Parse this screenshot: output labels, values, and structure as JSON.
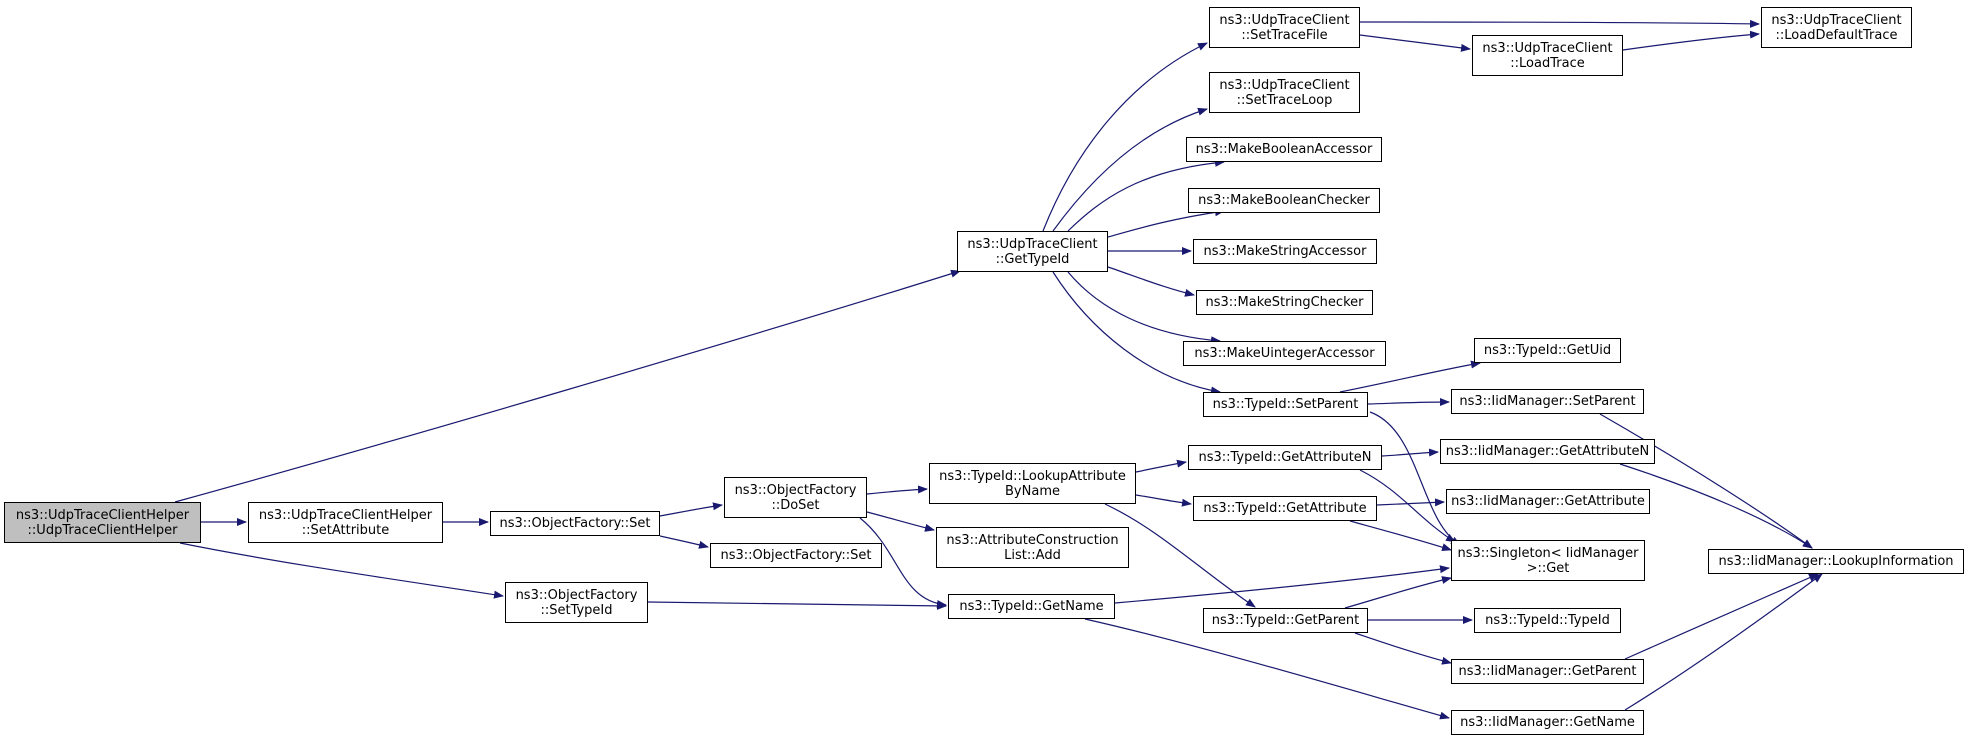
{
  "colors": {
    "edge": "#191970",
    "root_fill": "#bfbfbf",
    "node_fill": "#ffffff",
    "border": "#000000"
  },
  "nodes": {
    "root": {
      "l1": "ns3::UdpTraceClientHelper",
      "l2": "::UdpTraceClientHelper"
    },
    "setattr": {
      "l1": "ns3::UdpTraceClientHelper",
      "l2": "::SetAttribute"
    },
    "of_set": {
      "l1": "ns3::ObjectFactory::Set"
    },
    "of_doset": {
      "l1": "ns3::ObjectFactory",
      "l2": "::DoSet"
    },
    "of_set2": {
      "l1": "ns3::ObjectFactory::Set"
    },
    "of_settypeid": {
      "l1": "ns3::ObjectFactory",
      "l2": "::SetTypeId"
    },
    "gettypeid": {
      "l1": "ns3::UdpTraceClient",
      "l2": "::GetTypeId"
    },
    "lookupattr": {
      "l1": "ns3::TypeId::LookupAttribute",
      "l2": "ByName"
    },
    "attrlist_add": {
      "l1": "ns3::AttributeConstruction",
      "l2": "List::Add"
    },
    "getname": {
      "l1": "ns3::TypeId::GetName"
    },
    "settracefile": {
      "l1": "ns3::UdpTraceClient",
      "l2": "::SetTraceFile"
    },
    "settraceloop": {
      "l1": "ns3::UdpTraceClient",
      "l2": "::SetTraceLoop"
    },
    "mkboolacc": {
      "l1": "ns3::MakeBooleanAccessor"
    },
    "mkboolchk": {
      "l1": "ns3::MakeBooleanChecker"
    },
    "mkstracc": {
      "l1": "ns3::MakeStringAccessor"
    },
    "mkstrchk": {
      "l1": "ns3::MakeStringChecker"
    },
    "mkuintacc": {
      "l1": "ns3::MakeUintegerAccessor"
    },
    "setparent": {
      "l1": "ns3::TypeId::SetParent"
    },
    "getattrn": {
      "l1": "ns3::TypeId::GetAttributeN"
    },
    "getattr": {
      "l1": "ns3::TypeId::GetAttribute"
    },
    "getparent": {
      "l1": "ns3::TypeId::GetParent"
    },
    "loadtrace": {
      "l1": "ns3::UdpTraceClient",
      "l2": "::LoadTrace"
    },
    "getuid": {
      "l1": "ns3::TypeId::GetUid"
    },
    "iid_setparent": {
      "l1": "ns3::IidManager::SetParent"
    },
    "iid_getattrn": {
      "l1": "ns3::IidManager::GetAttributeN"
    },
    "iid_getattr": {
      "l1": "ns3::IidManager::GetAttribute"
    },
    "singleton_get": {
      "l1": "ns3::Singleton< IidManager",
      "l2": ">::Get"
    },
    "typeid_ctor": {
      "l1": "ns3::TypeId::TypeId"
    },
    "iid_getparent": {
      "l1": "ns3::IidManager::GetParent"
    },
    "iid_getname": {
      "l1": "ns3::IidManager::GetName"
    },
    "loaddefault": {
      "l1": "ns3::UdpTraceClient",
      "l2": "::LoadDefaultTrace"
    },
    "iid_lookupinfo": {
      "l1": "ns3::IidManager::LookupInformation"
    }
  }
}
